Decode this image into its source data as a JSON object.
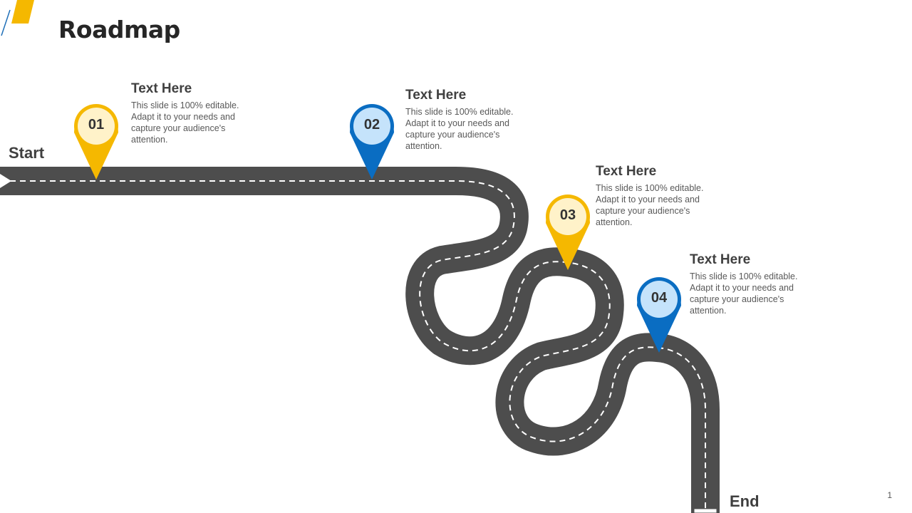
{
  "slide": {
    "title": "Roadmap",
    "page_number": "1"
  },
  "road": {
    "start_label": "Start",
    "end_label": "End",
    "road_color": "#4d4d4d",
    "dash_color": "#ffffff"
  },
  "colors": {
    "yellow_ring": "#f5b800",
    "yellow_fill": "#fff2c9",
    "blue_ring": "#0a6dc2",
    "blue_fill": "#c5e3fb",
    "accent_yellow": "#f5b800",
    "accent_blue": "#1f6fb8"
  },
  "milestones": [
    {
      "number": "01",
      "heading": "Text Here",
      "body": "This slide is 100% editable. Adapt it to your needs and capture your audience's attention.",
      "color": "yellow",
      "icon": "map-pin-icon"
    },
    {
      "number": "02",
      "heading": "Text Here",
      "body": "This slide is 100% editable. Adapt it to your needs and capture your audience's attention.",
      "color": "blue",
      "icon": "map-pin-icon"
    },
    {
      "number": "03",
      "heading": "Text Here",
      "body": "This slide is 100% editable. Adapt it to your needs and capture your audience's attention.",
      "color": "yellow",
      "icon": "map-pin-icon"
    },
    {
      "number": "04",
      "heading": "Text Here",
      "body": "This slide is 100% editable. Adapt it to your needs and capture your audience's attention.",
      "color": "blue",
      "icon": "map-pin-icon"
    }
  ]
}
